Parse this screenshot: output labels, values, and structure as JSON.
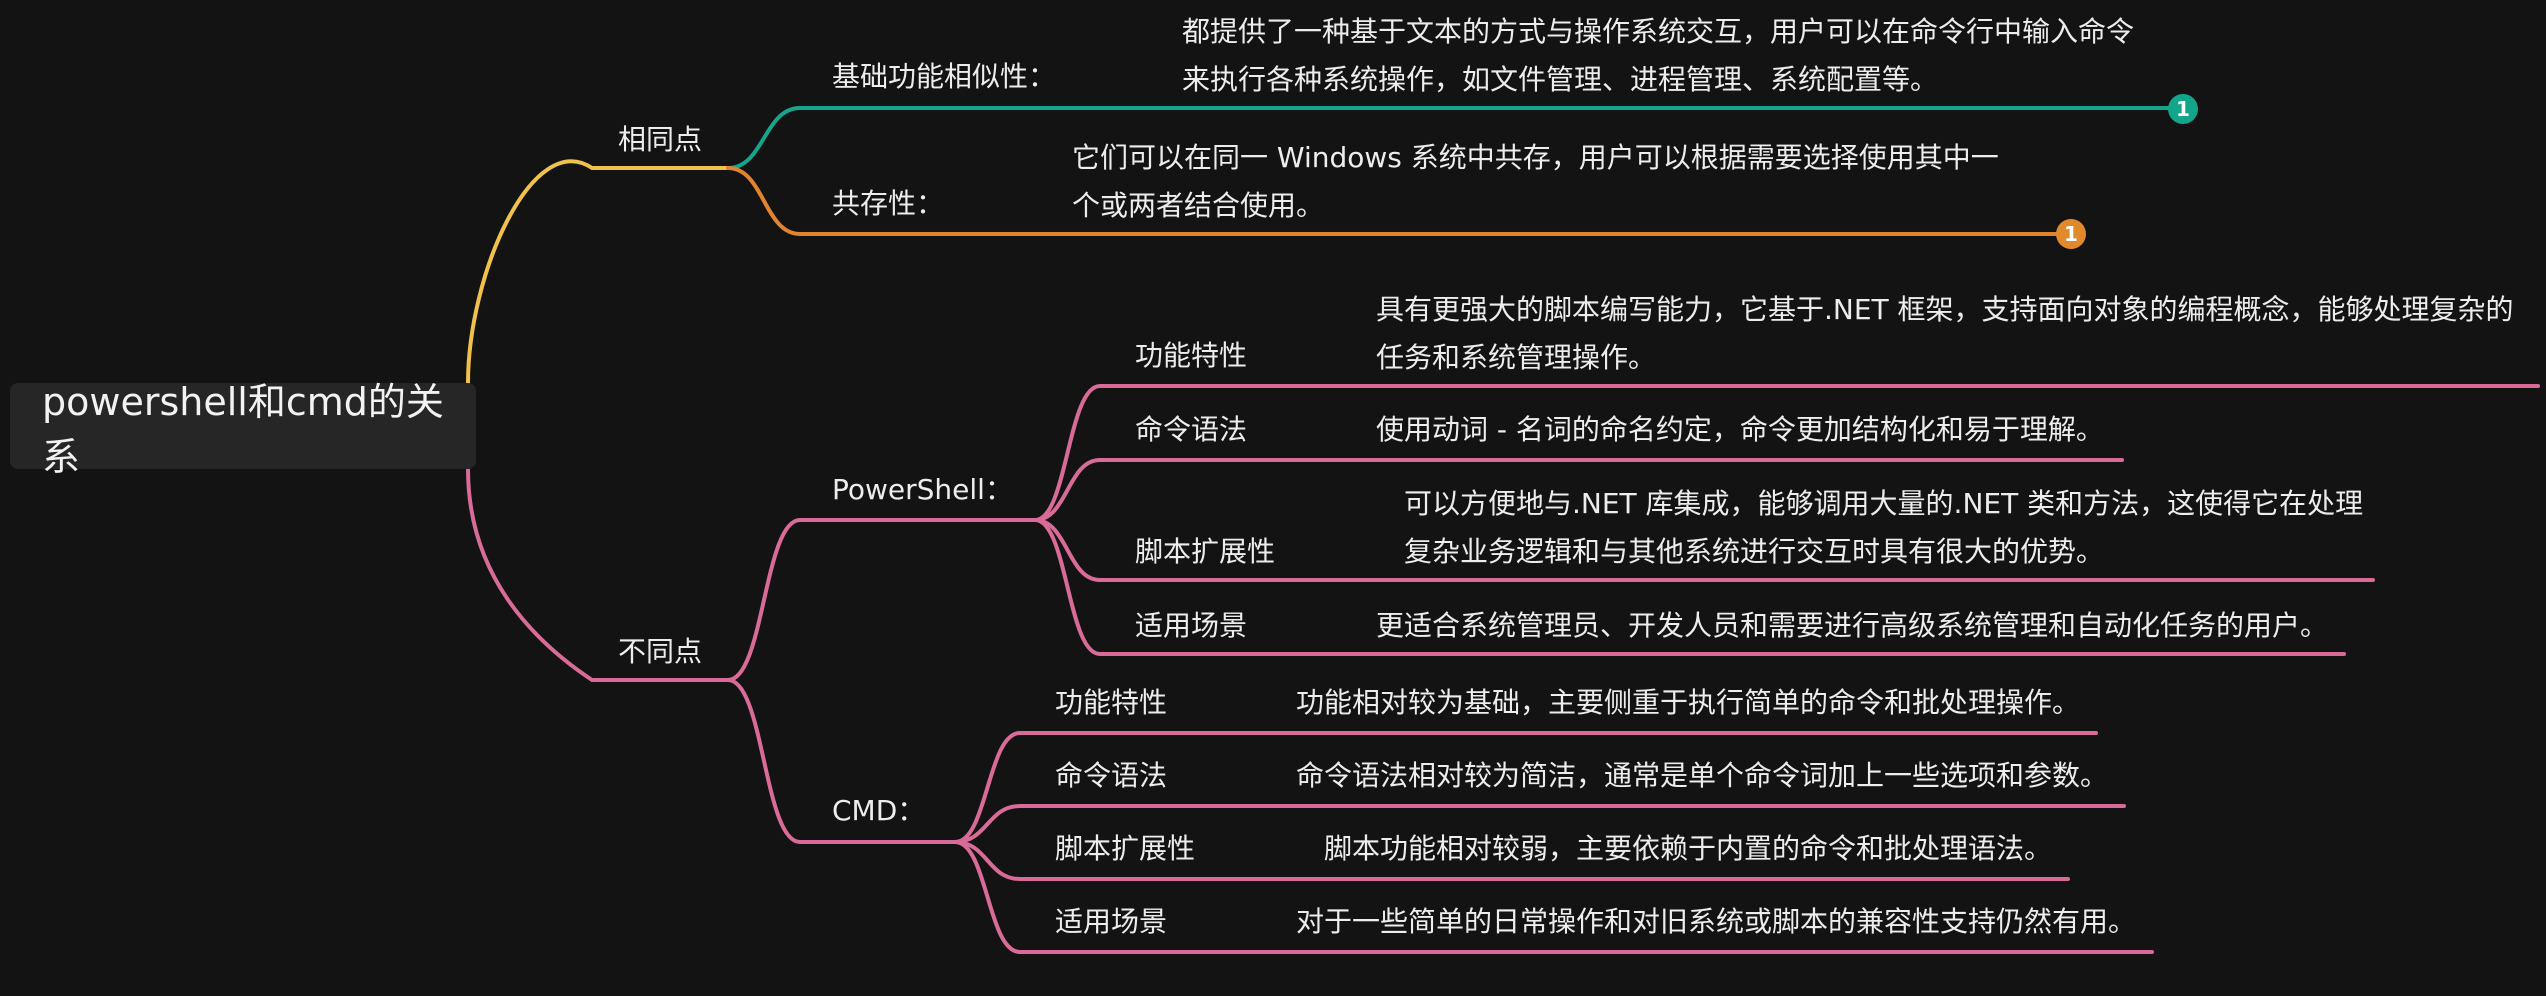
{
  "root": "powershell和cmd的关系",
  "colors": {
    "yellow": "#f0c24b",
    "green": "#14a58a",
    "orange": "#e2832f",
    "pink": "#d86b98",
    "badge_green": "#12a589",
    "badge_orange": "#e08a2c"
  },
  "same": {
    "label": "相同点",
    "items": [
      {
        "label": "基础功能相似性：",
        "lines": [
          "都提供了一种基于文本的方式与操作系统交互，用户可以在命令行中输入命令",
          "来执行各种系统操作，如文件管理、进程管理、系统配置等。"
        ],
        "badge": "1"
      },
      {
        "label": "共存性：",
        "lines": [
          "它们可以在同一 Windows 系统中共存，用户可以根据需要选择使用其中一",
          "个或两者结合使用。"
        ],
        "badge": "1"
      }
    ]
  },
  "diff": {
    "label": "不同点",
    "powershell": {
      "label": "PowerShell：",
      "items": [
        {
          "label": "功能特性",
          "lines": [
            "具有更强大的脚本编写能力，它基于.NET 框架，支持面向对象的编程概念，能够处理复杂的",
            "任务和系统管理操作。"
          ]
        },
        {
          "label": "命令语法",
          "lines": [
            "使用动词 - 名词的命名约定，命令更加结构化和易于理解。"
          ]
        },
        {
          "label": "脚本扩展性",
          "lines": [
            "可以方便地与.NET 库集成，能够调用大量的.NET 类和方法，这使得它在处理",
            "复杂业务逻辑和与其他系统进行交互时具有很大的优势。"
          ]
        },
        {
          "label": "适用场景",
          "lines": [
            "更适合系统管理员、开发人员和需要进行高级系统管理和自动化任务的用户。"
          ]
        }
      ]
    },
    "cmd": {
      "label": "CMD：",
      "items": [
        {
          "label": "功能特性",
          "lines": [
            "功能相对较为基础，主要侧重于执行简单的命令和批处理操作。"
          ]
        },
        {
          "label": "命令语法",
          "lines": [
            "命令语法相对较为简洁，通常是单个命令词加上一些选项和参数。"
          ]
        },
        {
          "label": "脚本扩展性",
          "lines": [
            "脚本功能相对较弱，主要依赖于内置的命令和批处理语法。"
          ]
        },
        {
          "label": "适用场景",
          "lines": [
            "对于一些简单的日常操作和对旧系统或脚本的兼容性支持仍然有用。"
          ]
        }
      ]
    }
  }
}
